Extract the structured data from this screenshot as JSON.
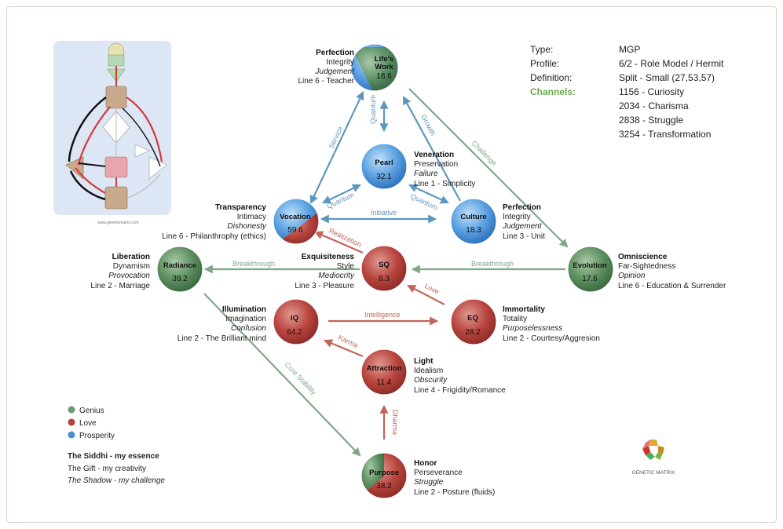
{
  "info": {
    "type_label": "Type:",
    "type_value": "MGP",
    "profile_label": "Profile:",
    "profile_value": "6/2 - Role Model / Hermit",
    "definition_label": "Definition:",
    "definition_value": "Split - Small (27,53,57)",
    "channels_label": "Channels:",
    "channels": [
      "1156 - Curiosity",
      "2034 - Charisma",
      "2838 - Struggle",
      "3254 - Transformation"
    ]
  },
  "colors": {
    "genius": "#4f8a55",
    "love": "#b8403a",
    "prosperity": "#3d86d6",
    "green_arrow": "#7fa886",
    "red_arrow": "#c26456",
    "blue_arrow": "#5d97c0"
  },
  "nodes": {
    "lifes_work": {
      "name_line1": "Life's",
      "name_line2": "Work",
      "value": "18.6"
    },
    "pearl": {
      "name": "Pearl",
      "value": "32.1"
    },
    "vocation": {
      "name": "Vocation",
      "value": "59.6"
    },
    "culture": {
      "name": "Culture",
      "value": "18.3"
    },
    "radiance": {
      "name": "Radiance",
      "value": "39.2"
    },
    "sq": {
      "name": "SQ",
      "value": "8.3"
    },
    "evolution": {
      "name": "Evolution",
      "value": "17.6"
    },
    "iq": {
      "name": "IQ",
      "value": "64.2"
    },
    "eq": {
      "name": "EQ",
      "value": "28.2"
    },
    "attraction": {
      "name": "Attraction",
      "value": "11.4"
    },
    "purpose": {
      "name": "Purpose",
      "value": "38.2"
    }
  },
  "labels": {
    "lifes_work": {
      "siddhi": "Perfection",
      "gift": "Integrity",
      "shadow": "Judgement",
      "line": "Line 6 - Teacher"
    },
    "pearl": {
      "siddhi": "Veneration",
      "gift": "Preservation",
      "shadow": "Failure",
      "line": "Line 1 - Simplicity"
    },
    "vocation": {
      "siddhi": "Transparency",
      "gift": "Intimacy",
      "shadow": "Dishonesty",
      "line": "Line 6 - Philanthrophy (ethics)"
    },
    "culture": {
      "siddhi": "Perfection",
      "gift": "Integrity",
      "shadow": "Judgement",
      "line": "Line 3 - Unit"
    },
    "radiance": {
      "siddhi": "Liberation",
      "gift": "Dynamism",
      "shadow": "Provocation",
      "line": "Line 2 - Marriage"
    },
    "sq": {
      "siddhi": "Exquisiteness",
      "gift": "Style",
      "shadow": "Mediocrity",
      "line": "Line 3 - Pleasure"
    },
    "evolution": {
      "siddhi": "Omniscience",
      "gift": "Far-Sightedness",
      "shadow": "Opinion",
      "line": "Line 6 - Education & Surrender"
    },
    "iq": {
      "siddhi": "Illumination",
      "gift": "Imagination",
      "shadow": "Confusion",
      "line": "Line 2 - The Brilliant mind"
    },
    "eq": {
      "siddhi": "Immortality",
      "gift": "Totality",
      "shadow": "Purposelessness",
      "line": "Line 2 - Courtesy/Aggresion"
    },
    "attraction": {
      "siddhi": "Light",
      "gift": "Idealism",
      "shadow": "Obscurity",
      "line": "Line 4 - Frigidity/Romance"
    },
    "purpose": {
      "siddhi": "Honor",
      "gift": "Perseverance",
      "shadow": "Struggle",
      "line": "Line 2 - Posture (fluids)"
    }
  },
  "edges": {
    "service": "Service",
    "quantum_top": "Quantum",
    "growth": "Growth",
    "challenge": "Challenge",
    "quantum_left": "Quantum",
    "quantum_right": "Quantum",
    "initiative": "Initiative",
    "realization": "Realization",
    "breakthrough_left": "Breakthrough",
    "breakthrough_right": "Breakthrough",
    "love": "Love",
    "intelligence": "Intelligence",
    "karma": "Karma",
    "core_stability": "Core Stability",
    "dharma": "Dharma"
  },
  "legend": {
    "genius": "Genius",
    "love": "Love",
    "prosperity": "Prosperity",
    "siddhi": "The Siddhi - my essence",
    "gift": "The Gift - my creativity",
    "shadow": "The Shadow - my challenge"
  },
  "logo": {
    "text": "GENETIC MATRIX"
  },
  "bodygraph": {
    "footer": "www.geneticmatrix.com"
  }
}
